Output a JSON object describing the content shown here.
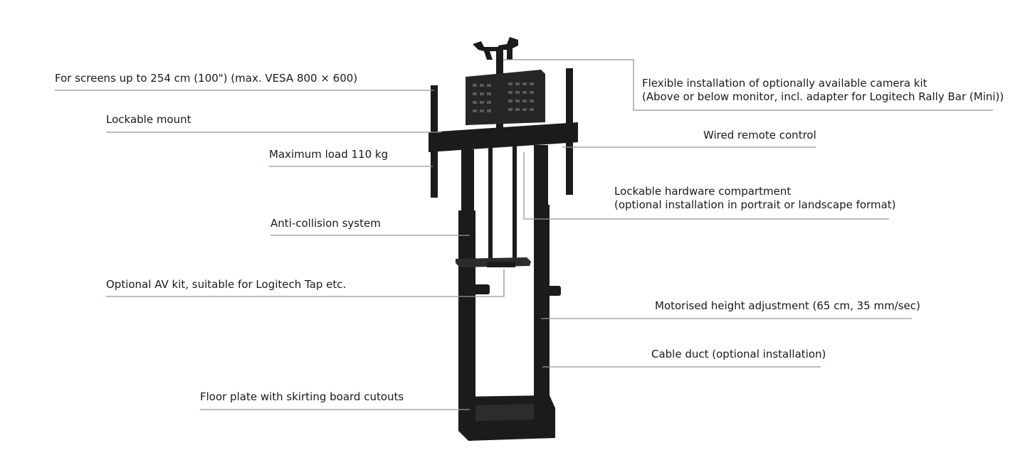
{
  "labels": {
    "screens": "For screens up to 254 cm (100\") (max. VESA 800 × 600)",
    "lockable_mount": "Lockable mount",
    "max_load": "Maximum load 110 kg",
    "anti_collision": "Anti-collision system",
    "av_kit": "Optional AV kit, suitable for Logitech Tap etc.",
    "floor_plate": "Floor plate with skirting board cutouts",
    "camera_kit_line1": "Flexible installation of optionally available camera kit",
    "camera_kit_line2": "(Above or below monitor, incl. adapter for Logitech Rally Bar (Mini))",
    "wired_remote": "Wired remote control",
    "hardware_line1": "Lockable hardware compartment",
    "hardware_line2": "(optional installation in portrait or landscape format)",
    "motorised": "Motorised height adjustment (65 cm, 35 mm/sec)",
    "cable_duct": "Cable duct (optional installation)"
  },
  "colors": {
    "product": "#1b1b1b",
    "product_shade": "#2c2c2c",
    "leader_line": "#8a9aa0",
    "text": "#1a1a1a"
  }
}
